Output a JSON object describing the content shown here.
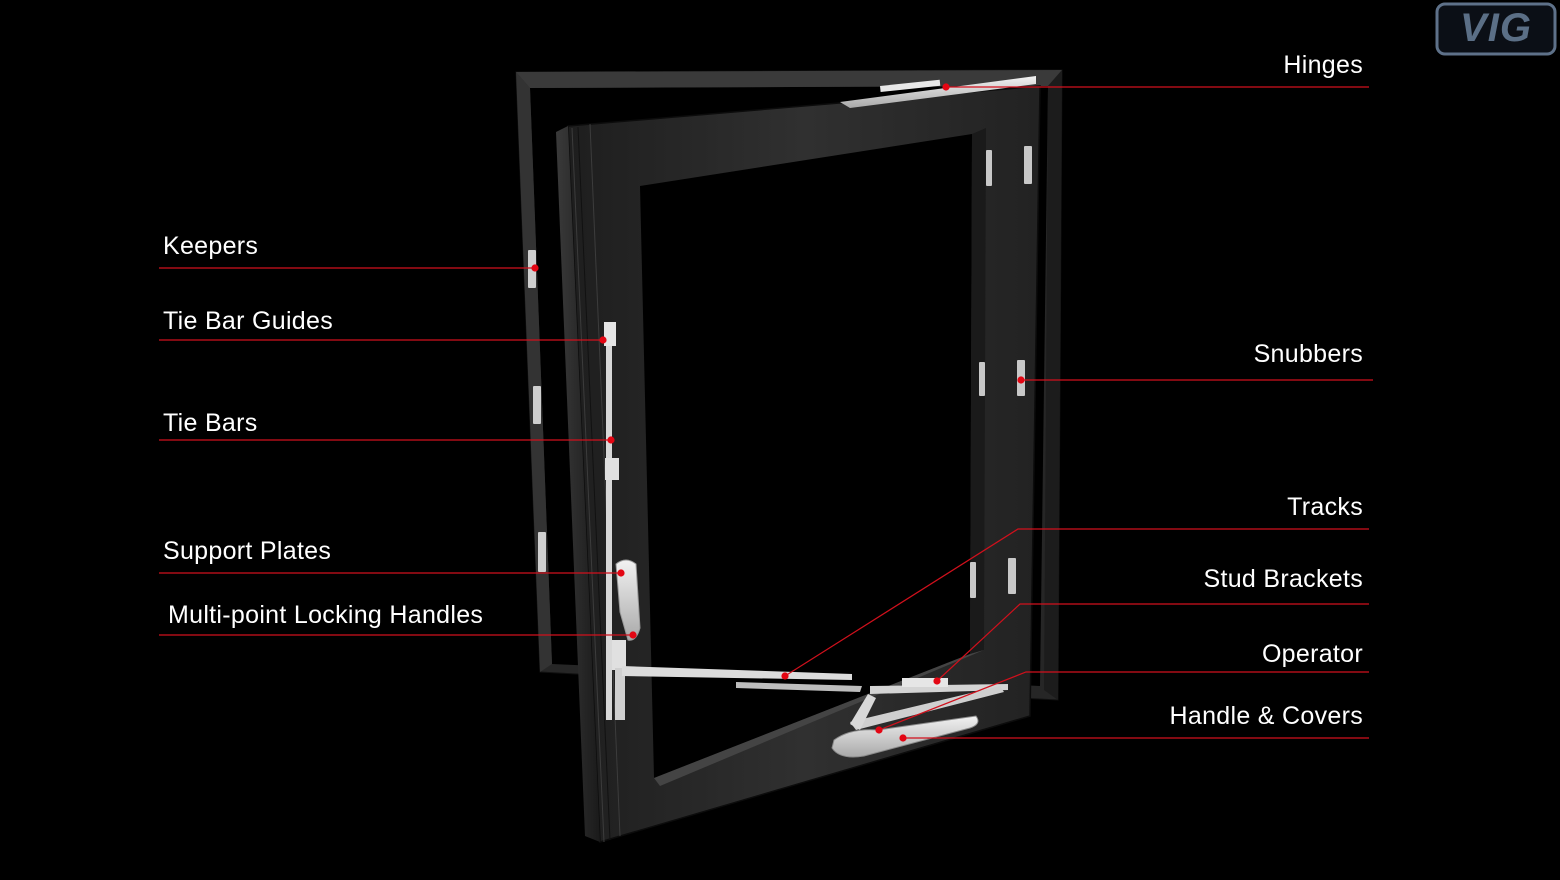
{
  "logo": {
    "text": "VIG"
  },
  "colors": {
    "background": "#000000",
    "leader": "#d1101c",
    "dot": "#e30613",
    "label": "#ffffff",
    "frame": "#2b2b2b",
    "hardware": "#d9d9d9"
  },
  "labels": {
    "hinges": "Hinges",
    "keepers": "Keepers",
    "tie_bar_guides": "Tie Bar Guides",
    "tie_bars": "Tie Bars",
    "snubbers": "Snubbers",
    "tracks": "Tracks",
    "support_plates": "Support Plates",
    "stud_brackets": "Stud Brackets",
    "multi_point_locking_handles": "Multi-point Locking Handles",
    "operator": "Operator",
    "handle_and_covers": "Handle & Covers"
  }
}
